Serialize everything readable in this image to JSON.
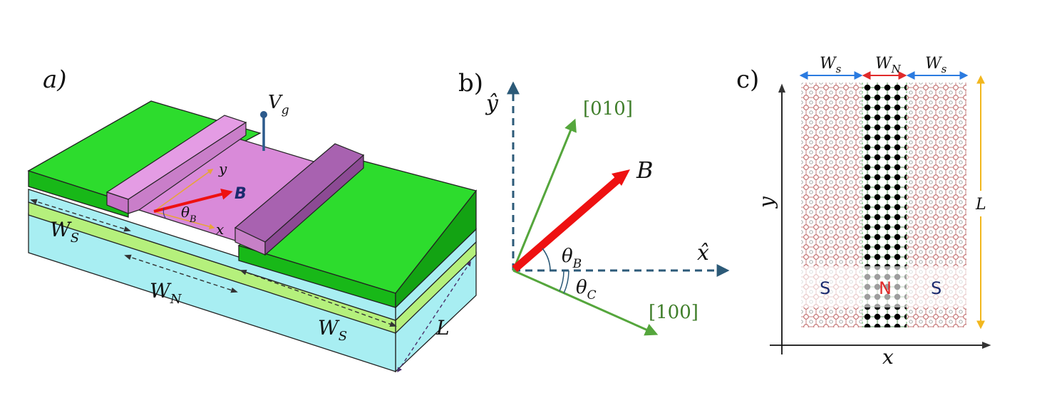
{
  "panel_a": {
    "label": "a)",
    "gate_voltage": "V",
    "gate_voltage_sub": "g",
    "axis_y": "y",
    "axis_x": "x",
    "field": "B",
    "angle": "θ",
    "angle_sub": "B",
    "width_s_left": "W",
    "width_s_left_sub": "S",
    "width_n": "W",
    "width_n_sub": "N",
    "width_s_right": "W",
    "width_s_right_sub": "S",
    "length": "L"
  },
  "panel_b": {
    "label": "b)",
    "y_hat": "ŷ",
    "x_hat": "x̂",
    "dir_010": "[010]",
    "dir_100": "[100]",
    "field": "B",
    "theta_b": "θ",
    "theta_b_sub": "B",
    "theta_c": "θ",
    "theta_c_sub": "C"
  },
  "panel_c": {
    "label": "c)",
    "ws_left": "W",
    "ws_left_sub": "s",
    "wn": "W",
    "wn_sub": "N",
    "ws_right": "W",
    "ws_right_sub": "s",
    "length": "L",
    "axis_x": "x",
    "axis_y": "y",
    "region_s_left": "S",
    "region_n": "N",
    "region_s_right": "S"
  },
  "colors": {
    "superconductor": "#1fc81f",
    "semiconductor_cyan": "#a8eef2",
    "semiconductor_lime": "#b5f07c",
    "gate": "#d98ad9",
    "field_arrow": "#ee1111",
    "crystal_axis": "#55a63c",
    "axis_dashed": "#2c5a78",
    "ws_arrow": "#2b7be0",
    "wn_arrow": "#e02a2a",
    "length_arrow": "#f2b71e",
    "lattice_s": "#c46a6a",
    "lattice_n": "#000000"
  }
}
